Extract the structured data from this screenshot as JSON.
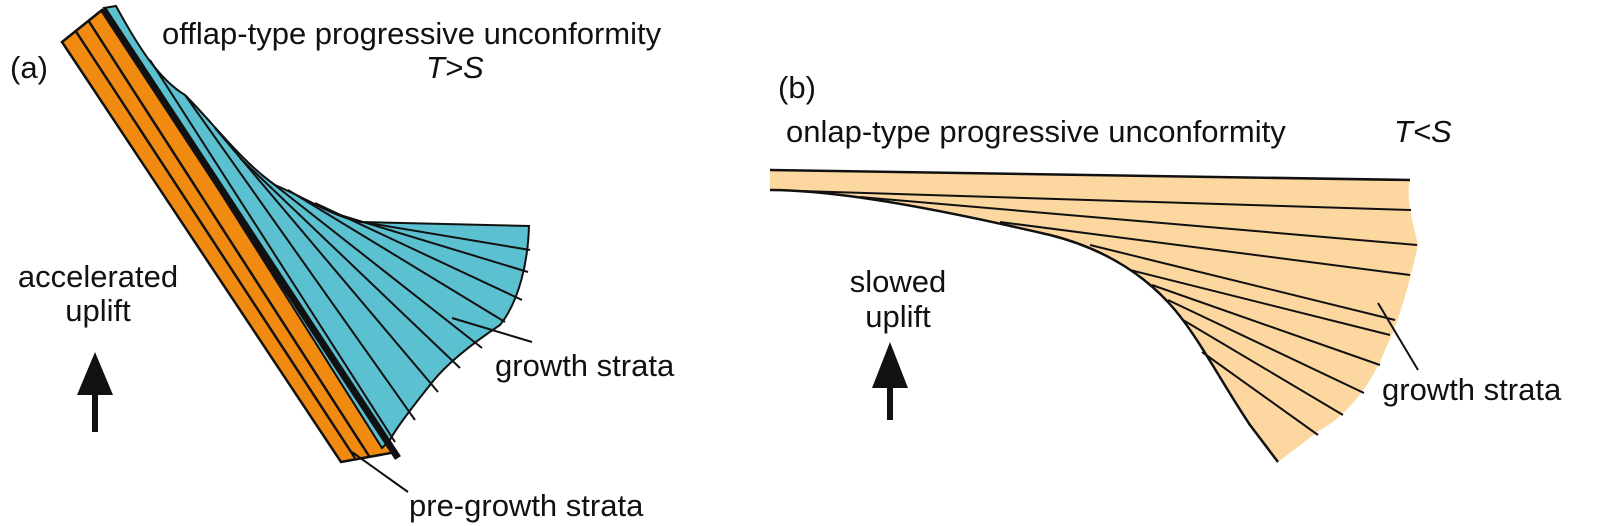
{
  "colors": {
    "growth_a": "#5BC0CF",
    "pre_growth": "#F08A10",
    "growth_b": "#FCD7A0",
    "line": "#111111"
  },
  "panel_a": {
    "tag": "(a)",
    "title": "offlap-type  progressive unconformity",
    "relation": "T>S",
    "uplift_line1": "accelerated",
    "uplift_line2": "uplift",
    "growth_label": "growth  strata",
    "pre_growth_label": "pre-growth strata",
    "arrow_icon": "up-arrow-icon"
  },
  "panel_b": {
    "tag": "(b)",
    "title": "onlap-type  progressive unconformity",
    "relation": "T<S",
    "uplift_line1": "slowed",
    "uplift_line2": "uplift",
    "growth_label": "growth  strata",
    "arrow_icon": "up-arrow-icon"
  }
}
